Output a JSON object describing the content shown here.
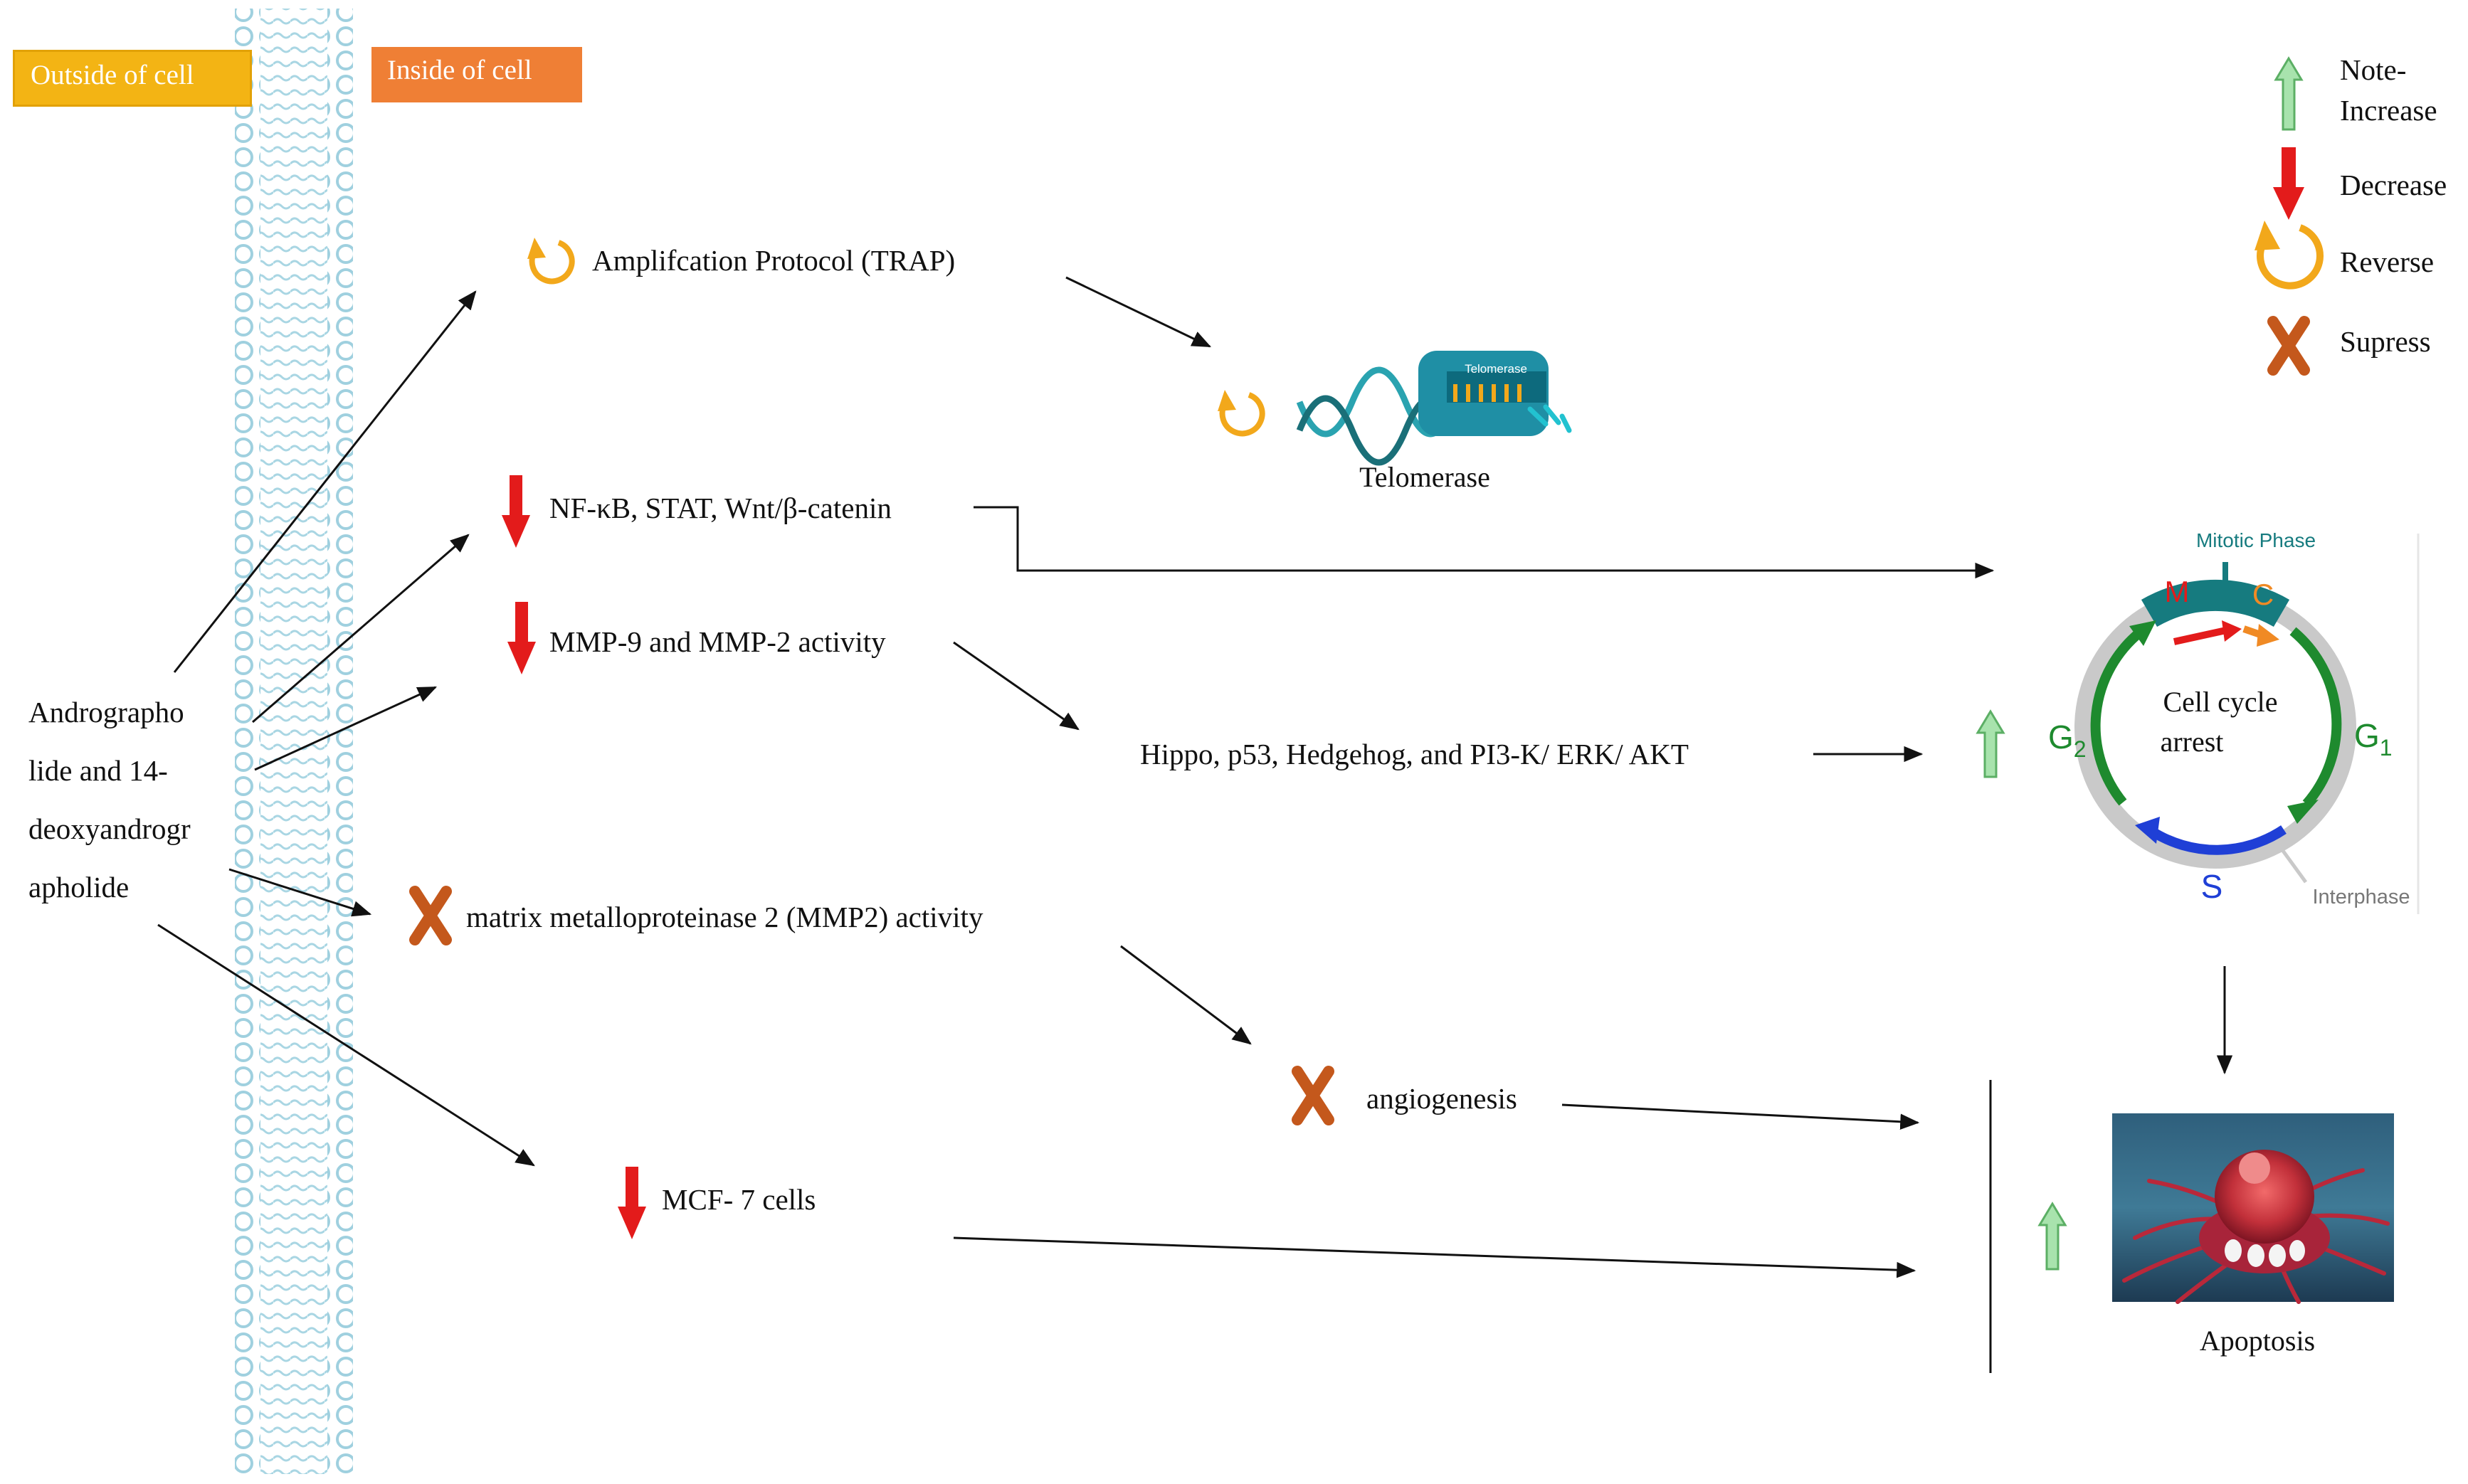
{
  "membrane": {
    "outside_label": "Outside of cell",
    "inside_label": "Inside of cell"
  },
  "drug": {
    "lines": [
      "Andrographo",
      "lide and 14-",
      "deoxyandrogr",
      "apholide"
    ]
  },
  "effects": {
    "trap": "Amplifcation Protocol (TRAP)",
    "nfkb": "NF-κB, STAT, Wnt/β-catenin",
    "mmp92": "MMP-9 and MMP-2 activity",
    "mmp2": "matrix metalloproteinase 2 (MMP2) activity",
    "mcf7": "MCF- 7 cells",
    "pathways": "Hippo, p53, Hedgehog, and PI3-K/ ERK/ AKT",
    "angiogenesis": "angiogenesis"
  },
  "telomerase": {
    "badge": "Telomerase",
    "caption": "Telomerase"
  },
  "cell_cycle": {
    "phase_label": "Mitotic Phase",
    "m": "M",
    "c": "C",
    "g2": "G",
    "g2_sub": "2",
    "g1": "G",
    "g1_sub": "1",
    "s": "S",
    "interphase": "Interphase",
    "center_line1": "Cell cycle",
    "center_line2": "arrest"
  },
  "apoptosis": {
    "caption": "Apoptosis"
  },
  "legend": {
    "increase": "Note- Increase",
    "decrease": "Decrease",
    "reverse": "Reverse",
    "suppress": "Supress"
  },
  "colors": {
    "increase_arrow": "#7ed387",
    "decrease_arrow": "#e31b1b",
    "reverse_symbol": "#f2a81b",
    "suppress_symbol": "#c4581c",
    "membrane": "#9fd0df",
    "tag_outside": "#f3b414",
    "tag_inside": "#ef7f35",
    "teal": "#167b7f",
    "m_red": "#e31b1b",
    "c_orange": "#f08a24",
    "g_green": "#1e8a2e",
    "s_blue": "#1f3fd6",
    "ring_gray": "#c9c9c9"
  }
}
